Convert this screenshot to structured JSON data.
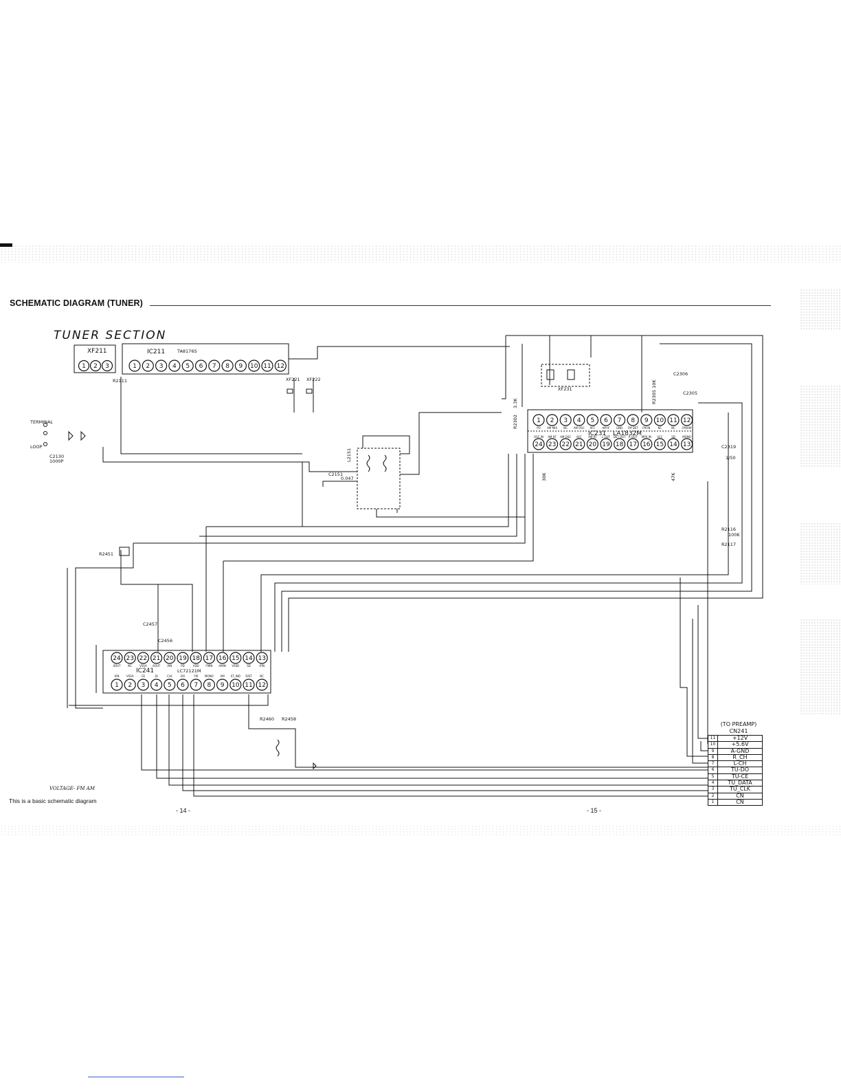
{
  "header": {
    "heading": "SCHEMATIC DIAGRAM (TUNER)",
    "section_title": "TUNER SECTION"
  },
  "components": {
    "xf211": "XF211",
    "ic211": "IC211",
    "ic211_part": "TA8176S",
    "ic231": "IC231",
    "ic231_part": "LA1832M",
    "ic241": "IC241",
    "ic241_part": "LC72121M",
    "xf221": "XF221",
    "xf222": "XF222",
    "xf231": "XF231",
    "l2151": "L2151",
    "r2111": "R2111",
    "r2451": "R2451",
    "r2460": "R2460",
    "r2458": "R2458",
    "c2457": "C2457",
    "c2456": "C2456",
    "c2306": "C2306",
    "c2305": "C2305",
    "c2319": "C2319",
    "r2116": "R2116",
    "r2117": "R2117",
    "c2151": "C2151",
    "c2130": "C2130",
    "val_1000p": "1000P",
    "val_047": "0.047",
    "cn231_terminal": "TERMINAL",
    "cn231_loop": "LOOP",
    "r2305": "R2305 10K",
    "val_33k": "3.3K",
    "val_30k": "30K",
    "val_100k": "100K",
    "val_1_50": "1/50",
    "val_47k": "47K",
    "r2302": "R2302"
  },
  "pins_1_12": [
    "1",
    "2",
    "3",
    "4",
    "5",
    "6",
    "7",
    "8",
    "9",
    "10",
    "11",
    "12"
  ],
  "pins_24_13": [
    "24",
    "23",
    "22",
    "21",
    "20",
    "19",
    "18",
    "17",
    "16",
    "15",
    "14",
    "13"
  ],
  "ic231_top_pins": [
    "PO",
    "AM MIX",
    "NC",
    "AM OSC",
    "AFC",
    "AM IF",
    "GND",
    "FM DET",
    "FM IN",
    "NC",
    "NC",
    "FM/AM"
  ],
  "ic231_bot_pins": [
    "OSC IN",
    "AM RF",
    "AM OSC",
    "AFC",
    "AM RF",
    "L OUT",
    "DET OUT",
    "R OUT",
    "MPX IN",
    "VCC",
    "SD",
    "MONO"
  ],
  "ic241_top_pins": [
    "XOUT",
    "NC",
    "VSSA",
    "AOUT",
    "AIN",
    "PD",
    "VDD",
    "FMIN",
    "AMIN",
    "VSSD",
    "SD",
    "IFIN"
  ],
  "ic241_bot_pins": [
    "XIN",
    "VSSX",
    "CE",
    "DI",
    "CLK",
    "DO",
    "FM",
    "MONO",
    "AM",
    "ST_IND",
    "DIST",
    "NC"
  ],
  "cn241": {
    "note": "(TO PREAMP)",
    "name": "CN241",
    "rows": [
      {
        "num": "11",
        "signal": "+12V"
      },
      {
        "num": "10",
        "signal": "+5.6V"
      },
      {
        "num": "9",
        "signal": "A-GND"
      },
      {
        "num": "8",
        "signal": "R_CH"
      },
      {
        "num": "7",
        "signal": "L-CH"
      },
      {
        "num": "6",
        "signal": "TU-DO"
      },
      {
        "num": "5",
        "signal": "TU-CE"
      },
      {
        "num": "4",
        "signal": "TU_DATA"
      },
      {
        "num": "3",
        "signal": "TU_CLK"
      },
      {
        "num": "2",
        "signal": "CN"
      },
      {
        "num": "1",
        "signal": "CN"
      }
    ]
  },
  "footer": {
    "voltage_note": "VOLTAGE- FM  AM",
    "note": "This is a basic schematic diagram",
    "page_left": "- 14 -",
    "page_right": "- 15 -"
  },
  "colors": {
    "ink": "#111111",
    "paper": "#ffffff",
    "link_line": "#3a5fc8"
  }
}
